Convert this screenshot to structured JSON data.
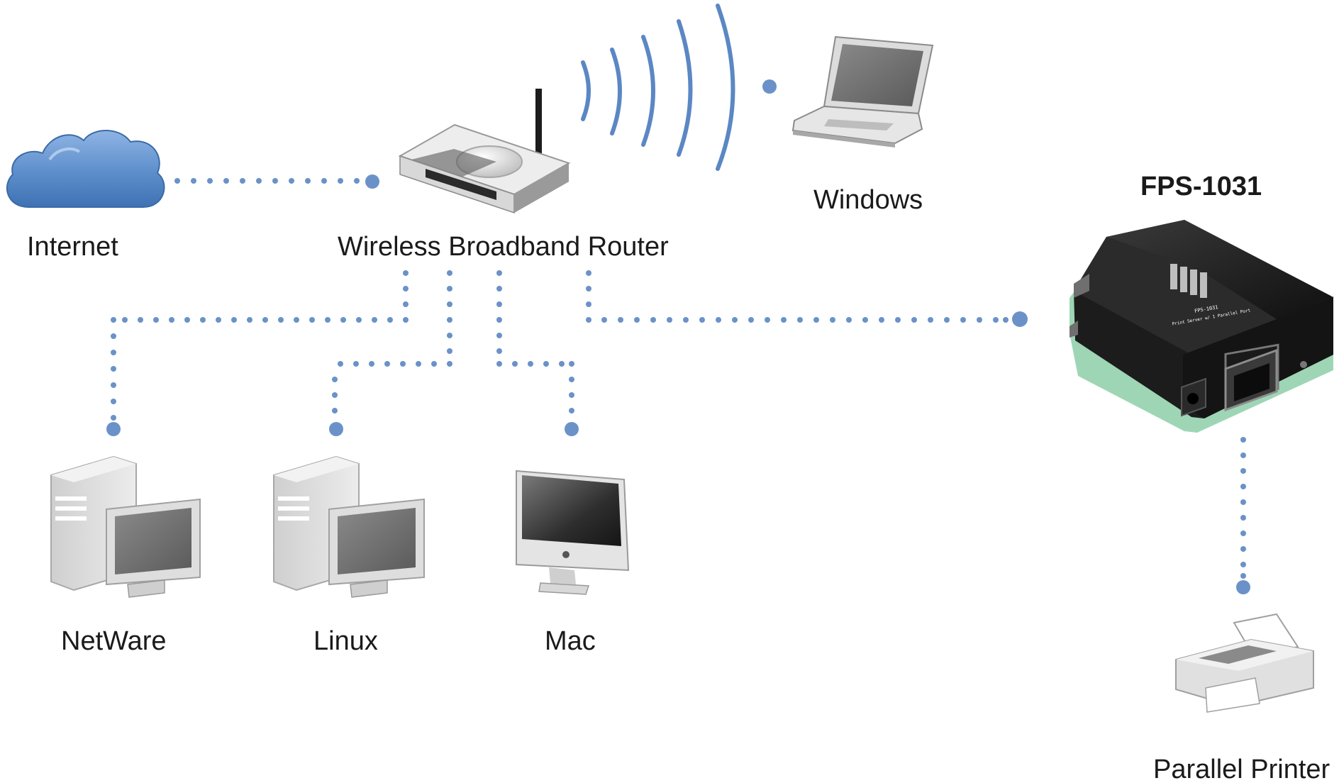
{
  "diagram": {
    "nodes": {
      "internet": {
        "label": "Internet",
        "icon": "cloud-icon"
      },
      "router": {
        "label": "Wireless Broadband Router",
        "icon": "router-icon"
      },
      "windows": {
        "label": "Windows",
        "icon": "laptop-icon"
      },
      "fps": {
        "label": "FPS-1031",
        "icon": "print-server-icon",
        "device_caption": "FPS-1031",
        "device_subcaption": "Print Server w/ 1 Parallel Port"
      },
      "netware": {
        "label": "NetWare",
        "icon": "desktop-pc-icon"
      },
      "linux": {
        "label": "Linux",
        "icon": "desktop-pc-icon"
      },
      "mac": {
        "label": "Mac",
        "icon": "imac-icon"
      },
      "printer": {
        "label": "Parallel Printer",
        "icon": "printer-icon"
      }
    },
    "colors": {
      "connector": "#6b92c8",
      "cloud": "#5d8ecb",
      "device_gray": "#d4d4d4",
      "screen": "#6a6a6a",
      "print_server_body": "#1c1c1c",
      "print_server_base": "#9ed6b5"
    }
  }
}
